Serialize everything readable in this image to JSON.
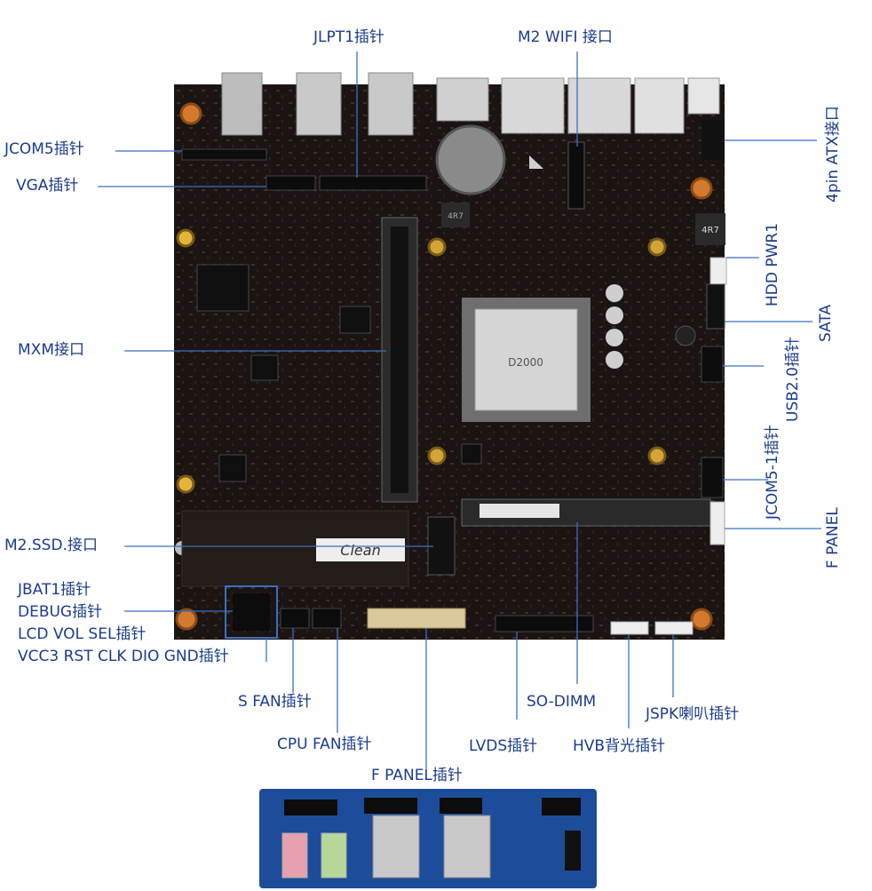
{
  "colors": {
    "label": "#1a3b8f",
    "leader": "#3a6fc4",
    "pcb": "#1b1412",
    "riser": "#1d4c9a"
  },
  "labels": {
    "jlpt1": "JLPT1插针",
    "m2wifi": "M2 WIFI 接口",
    "jcom5": "JCOM5插针",
    "vga": "VGA插针",
    "mxm": "MXM接口",
    "m2ssd": "M2.SSD.接口",
    "jbat1": "JBAT1插针",
    "debug": "DEBUG插针",
    "lcdvol": "LCD VOL SEL插针",
    "vcc3": "VCC3 RST CLK DIO GND插针",
    "sfan": "S FAN插针",
    "cpufan": "CPU FAN插针",
    "fpanel_bottom": "F PANEL插针",
    "lvds": "LVDS插针",
    "sodimm": "SO-DIMM",
    "hvb": "HVB背光插针",
    "jspk": "JSPK喇叭插针",
    "atx": "4pin ATX接口",
    "hddpwr": "HDD PWR1",
    "sata": "SATA",
    "usb20": "USB2.0插针",
    "jcom51": "JCOM5-1插针",
    "fpanel_right": "F PANEL"
  },
  "board_markings": {
    "cpu": "D2000",
    "inductor_1": "4R7",
    "inductor_2": "4R7",
    "handwriting": "Clean"
  }
}
